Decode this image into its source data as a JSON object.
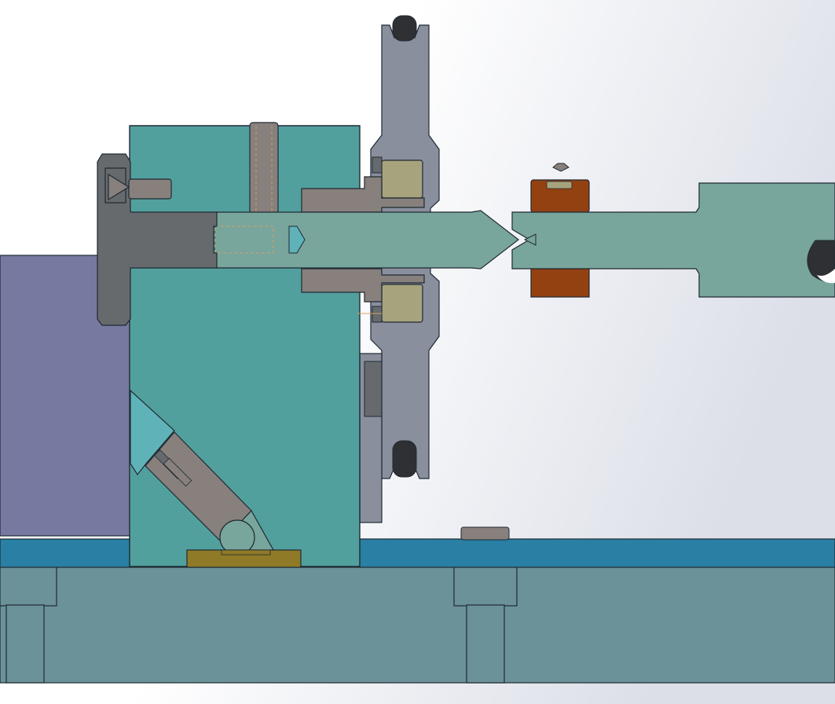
{
  "scene": {
    "view": "cad-section-view",
    "colors": {
      "background_light": "#ffffff",
      "background_tint": "#dcdfe8",
      "housing_teal": "#52a09e",
      "shaft_gray_teal": "#78a59c",
      "flange_dark_gray": "#666a6d",
      "pulley_slate": "#8a8f9e",
      "bearing_khaki": "#a7a37d",
      "collar_rust": "#944112",
      "side_plate_purple": "#7779a0",
      "base_rail_blue": "#2a7fa4",
      "base_plate_slate": "#6b9199",
      "bushing_brown_gray": "#87807c",
      "pad_olive": "#8f7a27",
      "rubber_black": "#2f3033",
      "cone_cyan": "#5fb3b8",
      "edge_dark": "#1f2a33"
    },
    "parts": [
      "base-plate",
      "base-rail",
      "left-support-foot",
      "middle-support-foot",
      "side-plate",
      "main-housing",
      "end-flange",
      "flat-head-screw",
      "shaft-bushing",
      "sleeve-pin",
      "spindle-shaft",
      "upper-bearing",
      "lower-bearing",
      "drive-pulley",
      "upper-roller",
      "lower-roller",
      "clamp-collar",
      "tailstock-shaft",
      "angled-cutter-assembly",
      "guide-roller",
      "base-pad",
      "rail-stop-block"
    ]
  }
}
